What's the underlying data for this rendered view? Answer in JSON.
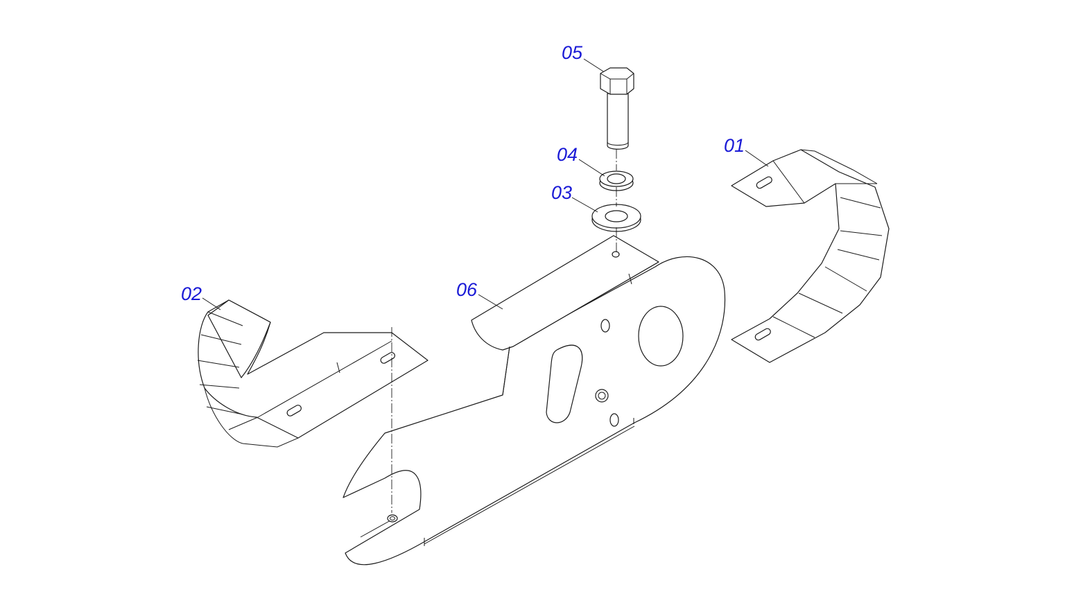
{
  "colors": {
    "callout": "#1a1ad6",
    "line": "#1a1a1a",
    "background": "#ffffff"
  },
  "callouts": [
    {
      "id": "05",
      "label": "05"
    },
    {
      "id": "04",
      "label": "04"
    },
    {
      "id": "03",
      "label": "03"
    },
    {
      "id": "01",
      "label": "01"
    },
    {
      "id": "06",
      "label": "06"
    },
    {
      "id": "02",
      "label": "02"
    }
  ]
}
